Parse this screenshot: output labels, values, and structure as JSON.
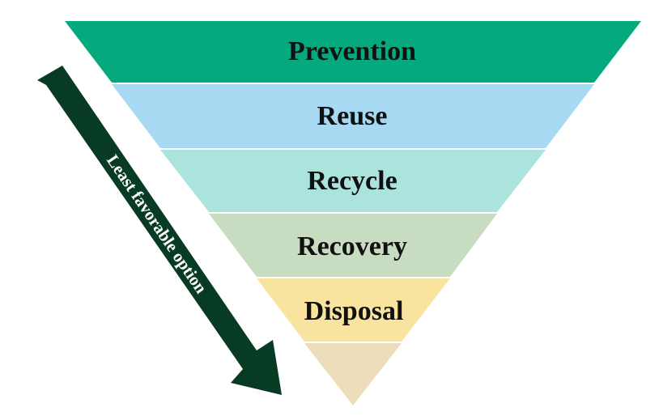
{
  "hierarchy": {
    "layers": [
      {
        "label": "Prevention",
        "color": "#04AA7D"
      },
      {
        "label": "Reuse",
        "color": "#A7D9F2"
      },
      {
        "label": "Recycle",
        "color": "#ABE4DC"
      },
      {
        "label": "Recovery",
        "color": "#C8DCC2"
      },
      {
        "label": "Disposal",
        "color": "#F9E49F"
      },
      {
        "label": "",
        "color": "#EEDDBB"
      }
    ]
  },
  "arrow": {
    "label": "Least favorable option",
    "color": "#083B24"
  }
}
